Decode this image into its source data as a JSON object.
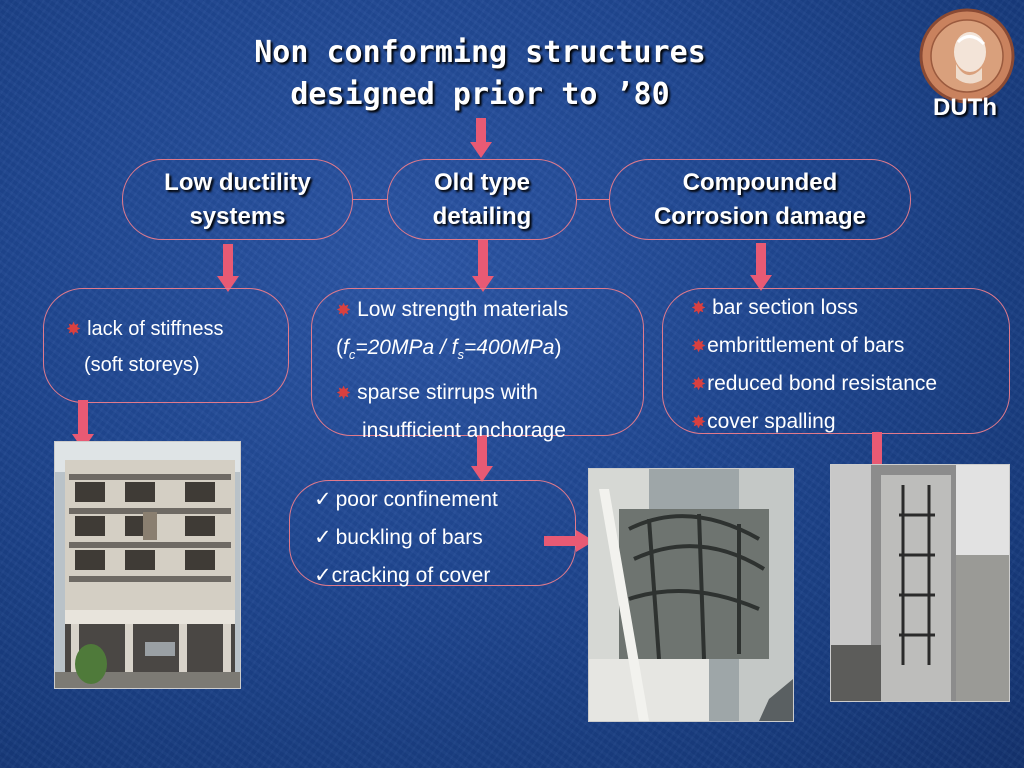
{
  "title": {
    "line1": "Non conforming structures",
    "line2": "designed prior to ’80"
  },
  "logo": {
    "text": "DUTh",
    "icon": "university-seal-icon"
  },
  "headers": {
    "left": {
      "line1": "Low ductility",
      "line2": "systems"
    },
    "middle": {
      "line1": "Old type",
      "line2": "detailing"
    },
    "right": {
      "line1": "Compounded",
      "line2": "Corrosion damage"
    }
  },
  "left_box": {
    "item1": "lack of stiffness",
    "item2": "(soft storeys)"
  },
  "middle_box": {
    "item1": "Low strength materials",
    "item2_open": "(",
    "fc_f": "f",
    "fc_sub": "c",
    "fc_val": "=20MPa / ",
    "fs_f": "f",
    "fs_sub": "s",
    "fs_val": "=400MPa",
    "item2_close": ")",
    "item3_line1": "sparse stirrups with",
    "item3_line2": "insufficient anchorage"
  },
  "right_box": {
    "items": [
      "bar section loss",
      "embrittlement of bars",
      "reduced bond resistance",
      "cover spalling"
    ]
  },
  "consequence_box": {
    "items": [
      "poor confinement",
      "buckling of  bars",
      "cracking of cover"
    ]
  },
  "colors": {
    "background": "#1f4690",
    "arrow": "#e85a74",
    "border": "#e07a8c",
    "bullet": "#d94040"
  },
  "bullet_icon": "red-star-bullet-icon",
  "check_icon": "checkmark-icon"
}
